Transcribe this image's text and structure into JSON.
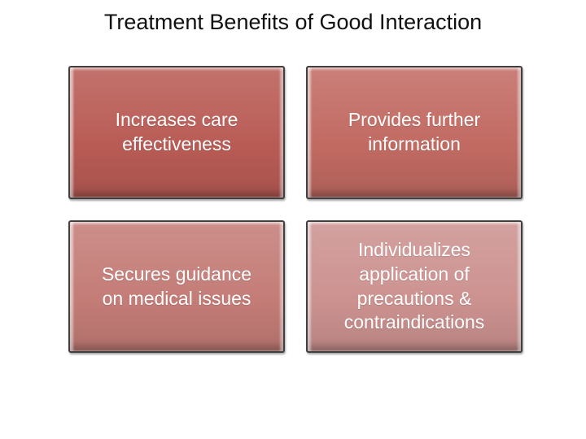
{
  "slide": {
    "title": "Treatment Benefits of Good Interaction"
  },
  "colors": {
    "slide_background": "#ffffff",
    "title_text": "#111111",
    "box_border": "#404040",
    "box_text": "#ffffff"
  },
  "boxes": [
    {
      "id": "increases-care-effectiveness",
      "label": "Increases care\neffectiveness",
      "color": "#b95b55"
    },
    {
      "id": "provides-further-information",
      "label": "Provides further\ninformation",
      "color": "#c16a62"
    },
    {
      "id": "secures-guidance-on-medical-issues",
      "label": "Secures guidance\non medical issues",
      "color": "#c47c77"
    },
    {
      "id": "individualizes-application",
      "label": "Individualizes\napplication of\nprecautions &\ncontraindications",
      "color": "#cc9290"
    }
  ]
}
